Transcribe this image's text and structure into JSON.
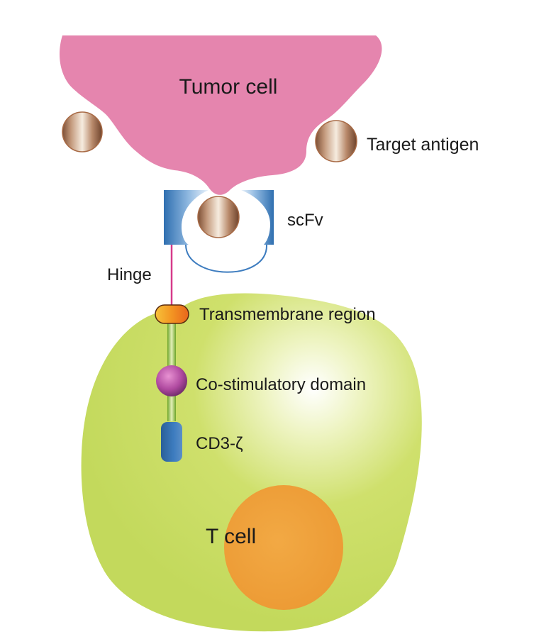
{
  "diagram": {
    "labels": {
      "tumor_cell": "Tumor cell",
      "target_antigen": "Target antigen",
      "scfv": "scFv",
      "hinge": "Hinge",
      "transmembrane_region": "Transmembrane region",
      "costimulatory_domain": "Co-stimulatory domain",
      "cd3_zeta": "CD3-ζ",
      "t_cell": "T cell"
    },
    "colors": {
      "tumor_cell": "#e585ae",
      "t_cell_body": "#c9dd63",
      "t_cell_nucleus": "#f0a03a",
      "antigen": "#b07a5c",
      "scfv": "#2f6fb0",
      "hinge": "#d63a8a",
      "transmembrane": "#f07a1c",
      "costimulatory": "#b04aa0",
      "cd3_zeta": "#2f6fb0",
      "intracellular_link": "#8fc23a"
    }
  }
}
